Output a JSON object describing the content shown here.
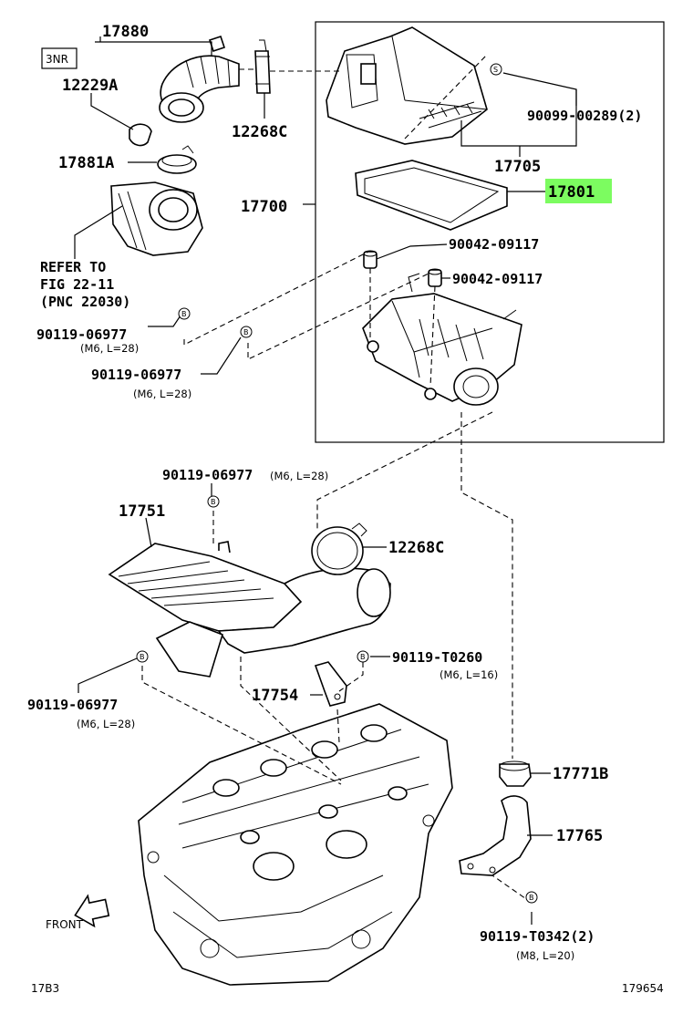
{
  "engine_code": "3NR",
  "parts": {
    "p17880": "17880",
    "p12229A": "12229A",
    "p12268C_top": "12268C",
    "p17881A": "17881A",
    "p17700": "17700",
    "p17705": "17705",
    "p17801": "17801",
    "p90099": "90099-00289(2)",
    "p90042_a": "90042-09117",
    "p90042_b": "90042-09117",
    "p90119_a": "90119-06977",
    "p90119_b": "90119-06977",
    "p90119_c": "90119-06977",
    "p90119_d": "90119-06977",
    "p17751": "17751",
    "p12268C_mid": "12268C",
    "p90119_T0260": "90119-T0260",
    "p17754": "17754",
    "p17771B": "17771B",
    "p17765": "17765",
    "p90119_T0342": "90119-T0342(2)"
  },
  "notes": {
    "a": "(M6, L=28)",
    "b": "(M6, L=28)",
    "c": "(M6, L=28)",
    "d": "(M6, L=28)",
    "t0260": "(M6, L=16)",
    "t0342": "(M8, L=20)"
  },
  "refer": {
    "line1": "REFER TO",
    "line2": "FIG 22-11",
    "line3": "(PNC 22030)"
  },
  "markers": {
    "b": "B",
    "s": "S"
  },
  "front_label": "FRONT",
  "footer": {
    "left": "17B3",
    "right": "179654"
  },
  "colors": {
    "highlight": "#7CFC60",
    "line": "#000000",
    "background": "#ffffff"
  }
}
